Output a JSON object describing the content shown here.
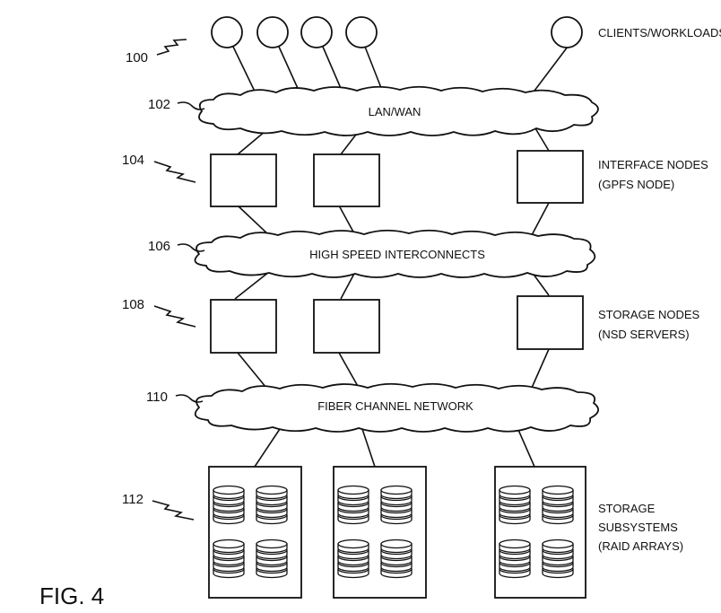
{
  "figure_label": "FIG. 4",
  "labels": {
    "clients": "CLIENTS/WORKLOADS",
    "interface_nodes": [
      "INTERFACE NODES",
      "(GPFS NODE)"
    ],
    "storage_nodes": [
      "STORAGE NODES",
      "(NSD SERVERS)"
    ],
    "storage_subsystems": [
      "STORAGE",
      "SUBSYSTEMS",
      "(RAID ARRAYS)"
    ]
  },
  "networks": {
    "lan": "LAN/WAN",
    "interconnect": "HIGH SPEED INTERCONNECTS",
    "fiber": "FIBER CHANNEL NETWORK"
  },
  "refs": {
    "clients": "100",
    "lan": "102",
    "interface_nodes": "104",
    "interconnect": "106",
    "storage_nodes": "108",
    "fiber": "110",
    "storage_subsystems": "112"
  }
}
